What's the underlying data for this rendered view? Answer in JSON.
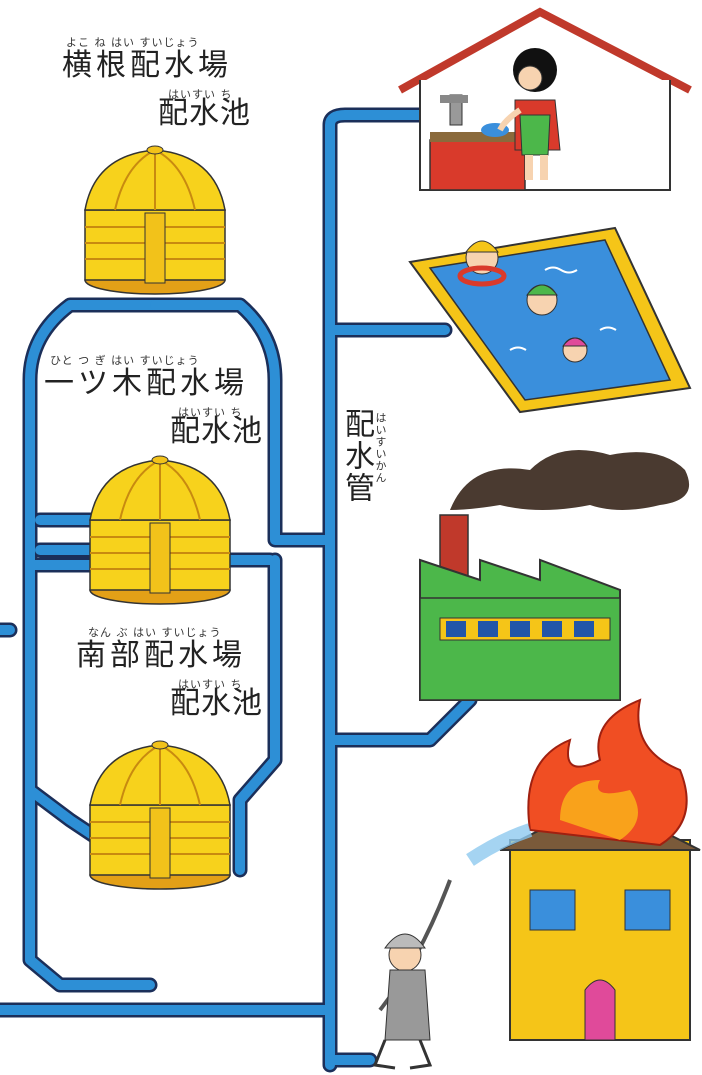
{
  "reservoirs": [
    {
      "station_furigana": "よこ ね はい すいじょう",
      "station": "横根配水場",
      "pool_furigana": "はいすい ち",
      "pool": "配水池"
    },
    {
      "station_furigana": "ひと つ ぎ はい すいじょう",
      "station": "一ツ木配水場",
      "pool_furigana": "はいすい ち",
      "pool": "配水池"
    },
    {
      "station_furigana": "なん ぶ はい すいじょう",
      "station": "南部配水場",
      "pool_furigana": "はいすい ち",
      "pool": "配水池"
    }
  ],
  "main_pipe": {
    "label": "配水管",
    "furigana": "はいすいかん"
  },
  "destinations": [
    "home-kitchen",
    "swimming-pool",
    "factory",
    "fire-fighting"
  ],
  "colors": {
    "pipe": "#2d8fd6",
    "pipe_outline": "#1b2f5a",
    "tank": "#f7d21c",
    "tank_shadow": "#e3a017",
    "roof": "#c0392b",
    "factory_wall": "#4cb74a",
    "pool_water": "#3a8fdc",
    "pool_frame": "#f5c518",
    "flame": "#f04e23",
    "smoke": "#4a3a30"
  }
}
